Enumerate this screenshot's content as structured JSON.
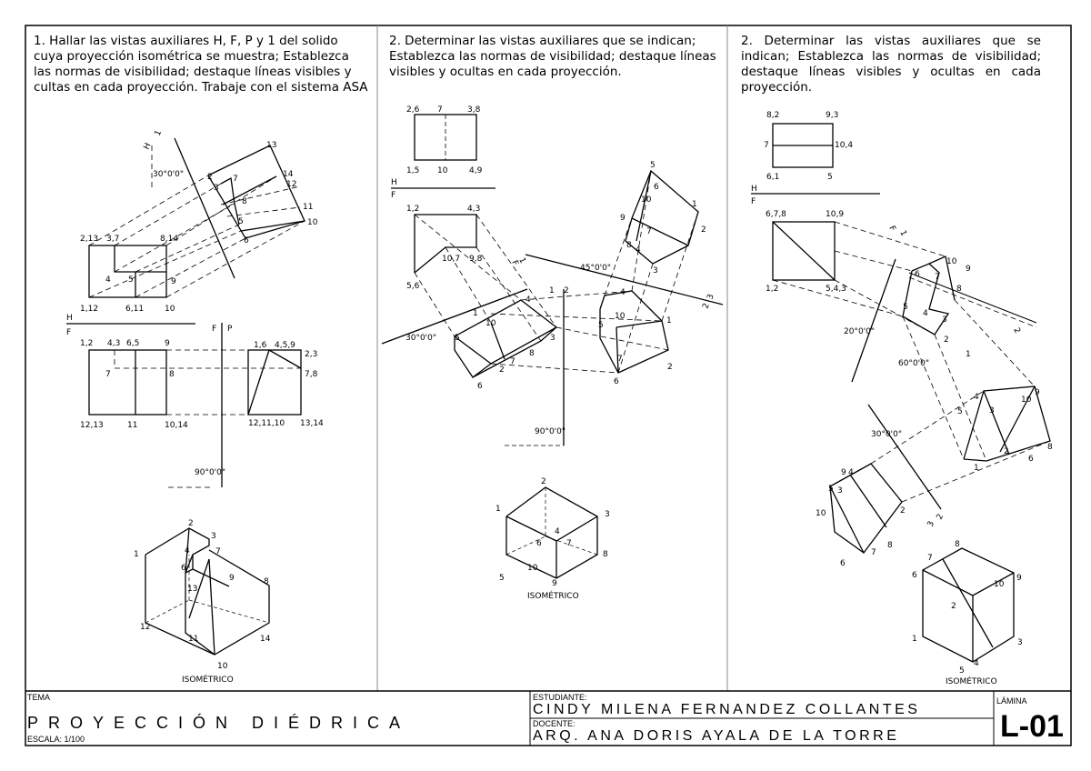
{
  "panels": [
    {
      "instruction": "1. Hallar las vistas auxiliares H, F, P y 1 del solido cuya proyección isométrica se muestra; Establezca las normas de visibilidad; destaque líneas visibles y cultas en cada proyección. Trabaje con el sistema ASA",
      "labels": [
        "H",
        "1",
        "30°0'0\"",
        "13",
        "14",
        "12",
        "11",
        "10",
        "2",
        "7",
        "3",
        "8",
        "5",
        "6",
        "2,13",
        "3,7",
        "8,14",
        "4",
        "5",
        "9",
        "1,12",
        "6,11",
        "10",
        "H",
        "F",
        "F",
        "P",
        "1,2",
        "4,3",
        "6,5",
        "9",
        "7",
        "8",
        "12,13",
        "11",
        "10,14",
        "1,6",
        "4,5,9",
        "2,3",
        "7,8",
        "12,11,10",
        "13,14",
        "90°0'0\"",
        "2",
        "3",
        "1",
        "4",
        "7",
        "6",
        "9",
        "8",
        "13",
        "12",
        "11",
        "14",
        "10",
        "ISOMÉTRICO"
      ]
    },
    {
      "instruction": "2. Determinar las vistas auxiliares que se indican; Establezca las normas de visibilidad; destaque líneas visibles y ocultas en cada proyección.",
      "labels": [
        "2,6",
        "7",
        "3,8",
        "1,5",
        "10",
        "4,9",
        "H",
        "F",
        "1,2",
        "4,3",
        "10,7",
        "9,8",
        "5,6",
        "F",
        "1",
        "1",
        "2",
        "2",
        "3",
        "45°0'0\"",
        "30°0'0\"",
        "5",
        "10",
        "4",
        "3",
        "8",
        "2",
        "6",
        "7",
        "1",
        "5",
        "6",
        "10",
        "1",
        "9",
        "7",
        "8",
        "4",
        "3",
        "2",
        "4",
        "10",
        "1",
        "5",
        "7",
        "2",
        "6",
        "90°0'0\"",
        "2",
        "1",
        "3",
        "4",
        "6",
        "7",
        "10",
        "8",
        "5",
        "9",
        "ISOMÉTRICO"
      ]
    },
    {
      "instruction": "2. Determinar las vistas auxiliares que se indican; Establezca las normas de visibilidad; destaque líneas visibles y ocultas en cada proyección.",
      "labels": [
        "8,2",
        "9,3",
        "7",
        "10,4",
        "6,1",
        "5",
        "H",
        "F",
        "6,7,8",
        "10,9",
        "1,2",
        "5,4,3",
        "F",
        "1",
        "10",
        "9",
        "6",
        "7",
        "8",
        "5",
        "4",
        "3",
        "2",
        "1",
        "2",
        "20°0'0\"",
        "60°0'0\"",
        "30°0'0\"",
        "4",
        "10",
        "9",
        "5",
        "3",
        "2",
        "8",
        "6",
        "1",
        "9",
        "4",
        "5",
        "3",
        "10",
        "2",
        "8",
        "7",
        "6",
        "3",
        "2",
        "8",
        "7",
        "6",
        "10",
        "9",
        "2",
        "1",
        "3",
        "5",
        "4",
        "ISOMÉTRICO"
      ]
    }
  ],
  "title_block": {
    "tema_label": "TEMA",
    "tema": "PROYECCIÓN DIÉDRICA",
    "escala": "ESCALA: 1/100",
    "estudiante_label": "ESTUDIANTE:",
    "estudiante": "CINDY MILENA FERNANDEZ COLLANTES",
    "docente_label": "DOCENTE:",
    "docente": "ARQ. ANA DORIS AYALA DE LA TORRE",
    "lamina_label": "LÁMINA",
    "lamina": "L-01"
  }
}
